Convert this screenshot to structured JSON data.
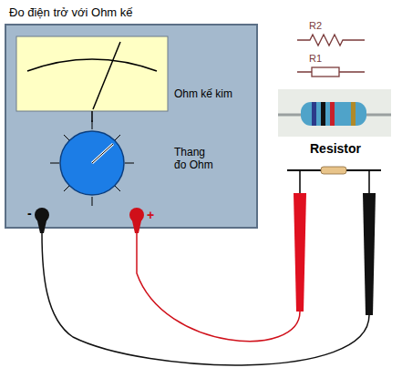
{
  "diagram": {
    "title": "Đo điện trở với Ohm kế",
    "labels": [
      "Ohm kế kim",
      "Thang đo Ohm",
      "-",
      "+",
      "R2",
      "R1",
      "Resistor"
    ]
  }
}
